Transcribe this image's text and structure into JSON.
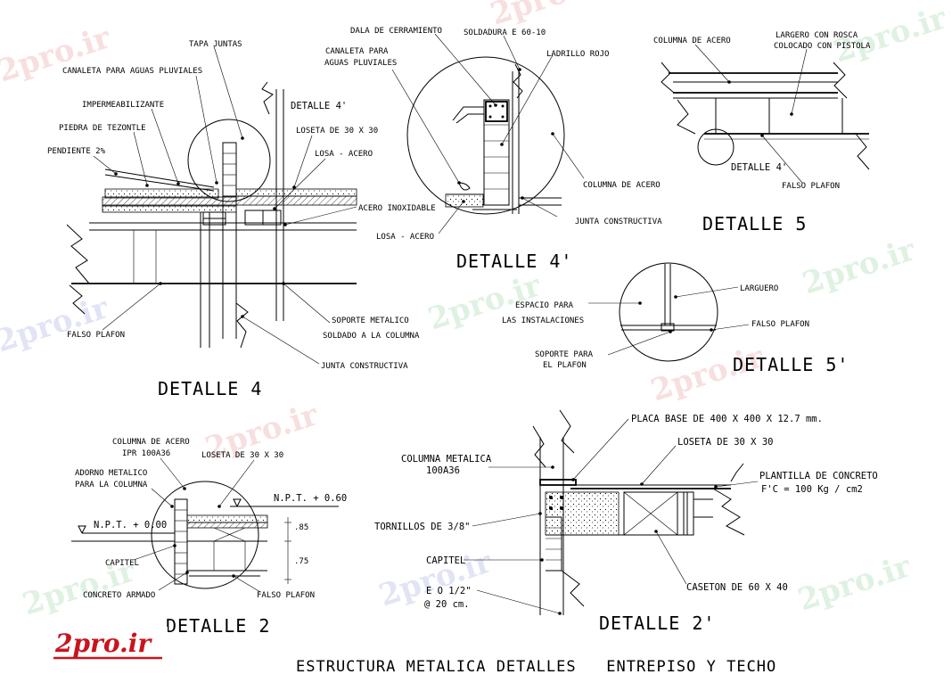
{
  "watermark": "2pro.ir",
  "logo": "2pro.ir",
  "colors": {
    "logo": "#c8141e",
    "watermark": "#f3c5c5"
  },
  "main_title": "ESTRUCTURA METALICA DETALLES   ENTREPISO Y TECHO",
  "detalle4": {
    "title": "DETALLE 4",
    "labels": {
      "tapa_juntas": "TAPA JUNTAS",
      "canaleta": "CANALETA PARA AGUAS PLUVIALES",
      "impermeabilizante": "IMPERMEABILIZANTE",
      "piedra": "PIEDRA DE TEZONTLE",
      "pendiente": "PENDIENTE 2%",
      "detalle4p": "DETALLE 4'",
      "loseta": "LOSETA DE 30 X 30",
      "losa_acero": "LOSA - ACERO",
      "acero_inox": "ACERO INOXIDABLE",
      "falso_plafon": "FALSO PLAFON",
      "soporte_1": "SOPORTE METALICO",
      "soporte_2": "SOLDADO A LA COLUMNA",
      "junta": "JUNTA CONSTRUCTIVA"
    }
  },
  "detalle4p": {
    "title": "DETALLE 4'",
    "labels": {
      "dala": "DALA DE CERRAMIENTO",
      "soldadura": "SOLDADURA  E 60-10",
      "canaleta_1": "CANALETA PARA",
      "canaleta_2": "AGUAS PLUVIALES",
      "ladrillo": "LADRILLO ROJO",
      "columna": "COLUMNA DE ACERO",
      "junta": "JUNTA CONSTRUCTIVA",
      "losa_acero": "LOSA - ACERO"
    }
  },
  "detalle5": {
    "title": "DETALLE 5",
    "labels": {
      "columna": "COLUMNA DE ACERO",
      "largero_1": "LARGERO CON ROSCA",
      "largero_2": "COLOCADO CON PISTOLA",
      "detalle4p": "DETALLE 4'",
      "falso_plafon": "FALSO PLAFON"
    }
  },
  "detalle5p": {
    "title": "DETALLE 5'",
    "labels": {
      "larguero": "LARGUERO",
      "espacio_1": "ESPACIO PARA",
      "espacio_2": "LAS INSTALACIONES",
      "falso_plafon": "FALSO PLAFON",
      "soporte_1": "SOPORTE PARA",
      "soporte_2": "EL PLAFON"
    }
  },
  "detalle2": {
    "title": "DETALLE 2",
    "labels": {
      "columna_1": "COLUMNA DE ACERO",
      "columna_2": "IPR   100A36",
      "loseta": "LOSETA DE 30 X 30",
      "adorno_1": "ADORNO METALICO",
      "adorno_2": "PARA LA COLUMNA",
      "npt_060": "N.P.T. + 0.60",
      "npt_000": "N.P.T. + 0.00",
      "dim_85": ".85",
      "dim_75": ".75",
      "capitel": "CAPITEL",
      "concreto": "CONCRETO ARMADO",
      "falso_plafon": "FALSO PLAFON"
    }
  },
  "detalle2p": {
    "title": "DETALLE 2'",
    "labels": {
      "placa": "PLACA BASE DE 400 X 400 X 12.7 mm.",
      "columna_1": "COLUMNA METALICA",
      "columna_2": "100A36",
      "loseta": "LOSETA DE 30 X 30",
      "plantilla": "PLANTILLA DE CONCRETO",
      "fc": "F'C = 100 Kg / cm2",
      "tornillos": "TORNILLOS DE 3/8\"",
      "capitel": "CAPITEL",
      "eo": "E O 1/2\"",
      "at20": "@ 20 cm.",
      "caseton": "CASETON DE 60 X 40"
    }
  }
}
